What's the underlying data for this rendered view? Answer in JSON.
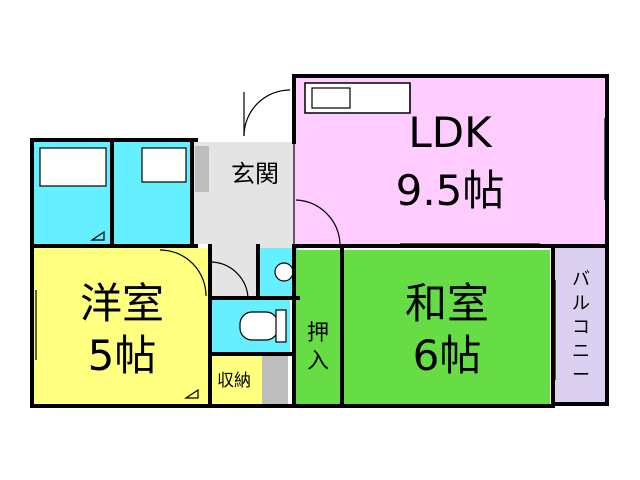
{
  "rooms": {
    "ldk": {
      "name": "LDK",
      "size": "9.5帖"
    },
    "western": {
      "name": "洋室",
      "size": "5帖"
    },
    "japanese": {
      "name": "和室",
      "size": "6帖"
    },
    "entrance": {
      "name": "玄関"
    },
    "storage": {
      "name": "収納"
    },
    "closet": {
      "chars": [
        "押",
        "入"
      ]
    },
    "balcony": {
      "chars": [
        "バ",
        "ル",
        "コ",
        "ニ",
        "ー"
      ]
    }
  },
  "colors": {
    "ldk": "#ffccff",
    "western": "#ffff80",
    "japanese": "#66dd44",
    "wet_area": "#66f0ff",
    "entrance": "#e4e4e4",
    "balcony": "#dcd0f0",
    "wall": "#000000",
    "pillar": "#bdbdbd"
  }
}
